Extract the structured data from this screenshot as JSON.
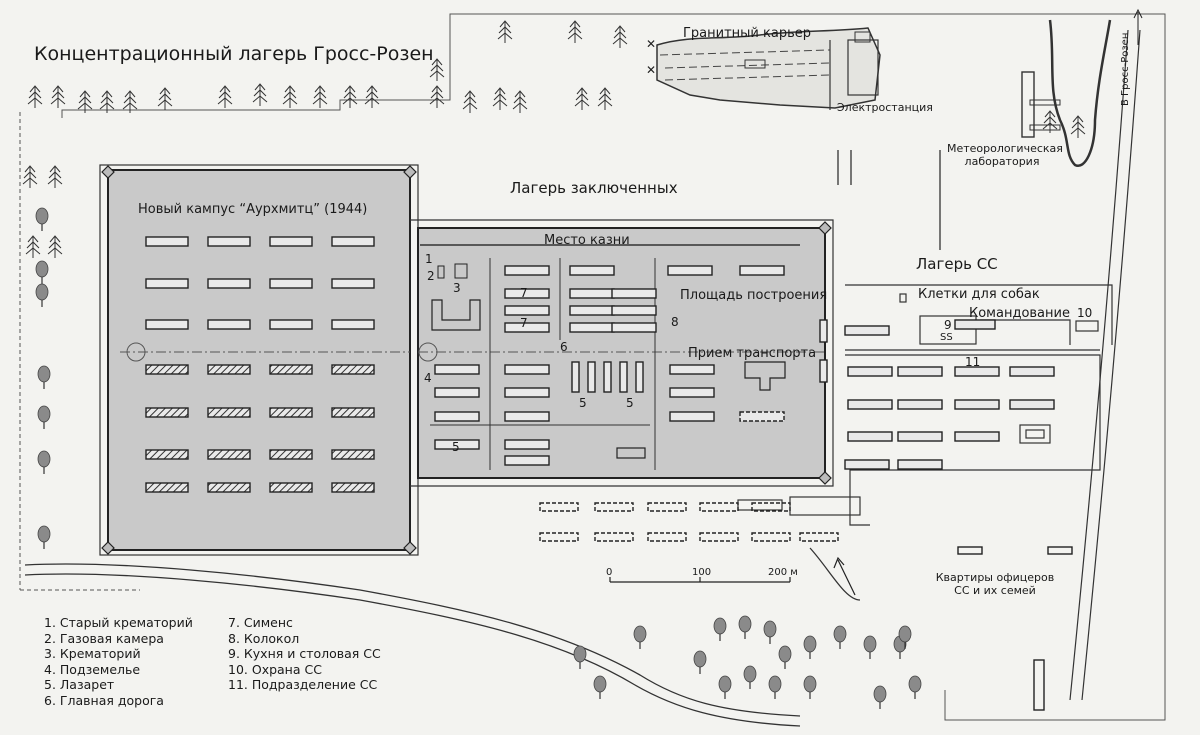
{
  "title": "Концентрационный лагерь Гросс-Розен",
  "labels": {
    "granite_quarry": "Гранитный карьер",
    "power_station": "Электростанция",
    "to_gross_rosen": "В Гросс-Розен",
    "meteo_lab": "Метеорологическая лаборатория",
    "prisoners_camp": "Лагерь заключенных",
    "new_campus": "Новый кампус “Аурхмитц” (1944)",
    "execution_site": "Место казни",
    "ss_camp": "Лагерь СС",
    "roll_call_square": "Площадь построения",
    "dog_cages": "Клетки для собак",
    "command": "Командование",
    "transport_reception": "Прием транспорта",
    "ss_mark": "SS",
    "officers_quarters": "Квартиры офицеров СС и их семей"
  },
  "numbers": {
    "n1": "1",
    "n2": "2",
    "n3": "3",
    "n4": "4",
    "n5a": "5",
    "n5b": "5",
    "n5c": "5",
    "n6": "6",
    "n7a": "7",
    "n7b": "7",
    "n8": "8",
    "n9": "9",
    "n10": "10",
    "n11": "11"
  },
  "scale": {
    "s0": "0",
    "s100": "100",
    "s200": "200 м"
  },
  "legend_left": [
    "1. Старый крематорий",
    "2. Газовая камера",
    "3. Крематорий",
    "4. Подземелье",
    "5. Лазарет",
    "6. Главная дорога"
  ],
  "legend_right": [
    "7. Сименс",
    "8. Колокол",
    "9. Кухня и столовая СС",
    "10. Охрана СС",
    "11. Подразделение СС"
  ],
  "colors": {
    "compound_fill": "#c9c9c9",
    "line": "#2b2b2b",
    "paper": "#f3f3f0"
  }
}
